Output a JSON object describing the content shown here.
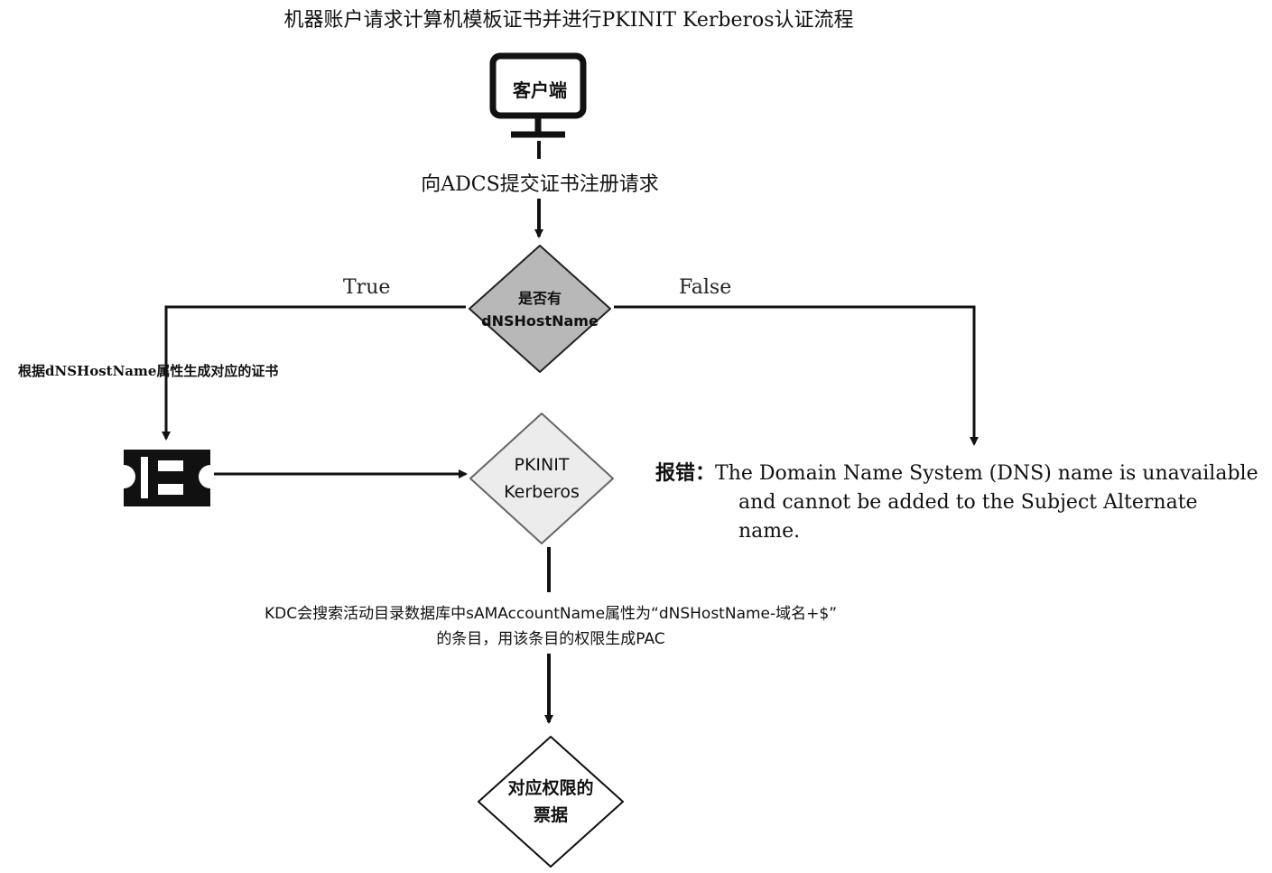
{
  "title": "机器账户请求计算机模板证书并进行PKINIT Kerberos认证流程",
  "client": {
    "label": "客户端",
    "icon": "monitor-icon"
  },
  "step_submit": "向ADCS提交证书注册请求",
  "decision_dns": {
    "line1": "是否有",
    "line2": "dNSHostName",
    "fill": "#b8b8b8"
  },
  "branch_true": "True",
  "branch_false": "False",
  "generate_cert": "根据dNSHostName属性生成对应的证书",
  "certificate": {
    "icon": "certificate-ticket-icon"
  },
  "pkinit": {
    "line1": "PKINIT",
    "line2": "Kerberos",
    "fill": "#ececec"
  },
  "error": {
    "prefix": "报错：",
    "line1": "The Domain Name System (DNS) name is unavailable",
    "line2": "and cannot be added to the Subject Alternate name."
  },
  "kdc_search": {
    "line1": "KDC会搜索活动目录数据库中sAMAccountName属性为“dNSHostName-域名+$”",
    "line2": "的条目，用该条目的权限生成PAC"
  },
  "ticket": {
    "line1": "对应权限的",
    "line2": "票据",
    "fill": "#ffffff"
  }
}
